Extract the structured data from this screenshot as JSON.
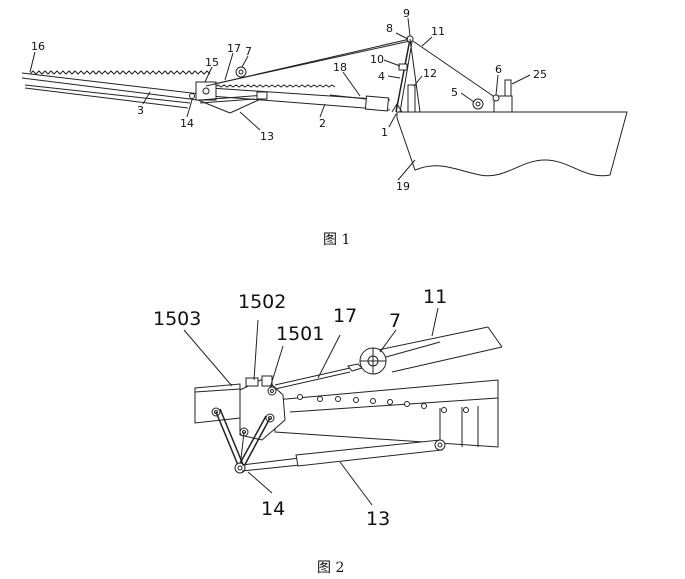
{
  "figures": [
    {
      "caption": "图 1",
      "labels": [
        "16",
        "17",
        "7",
        "15",
        "3",
        "14",
        "13",
        "2",
        "18",
        "8",
        "9",
        "11",
        "10",
        "4",
        "12",
        "1",
        "5",
        "6",
        "25",
        "19"
      ]
    },
    {
      "caption": "图 2",
      "labels": [
        "11",
        "1502",
        "17",
        "7",
        "1503",
        "1501",
        "14",
        "13"
      ]
    }
  ],
  "colors": {
    "line": "#222222",
    "background": "#ffffff"
  }
}
